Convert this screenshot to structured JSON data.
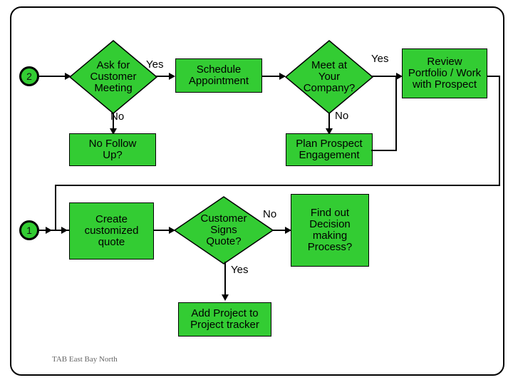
{
  "slide": {
    "footer": "TAB East Bay North",
    "colors": {
      "node_fill": "#33CC33",
      "stroke": "#000000",
      "footer_text": "#666666",
      "background": "#FFFFFF"
    }
  },
  "connectors": {
    "start_two": "2",
    "start_one": "1"
  },
  "nodes": {
    "ask_for_customer_meeting": "Ask for\nCustomer\nMeeting",
    "schedule_appointment": "Schedule\nAppointment",
    "meet_at_your_company": "Meet at\nYour\nCompany?",
    "review_portfolio": "Review\nPortfolio / Work\nwith Prospect",
    "no_follow_up": "No Follow\nUp?",
    "plan_prospect_engagement": "Plan Prospect\nEngagement",
    "create_customized_quote": "Create\ncustomized\nquote",
    "customer_signs_quote": "Customer\nSigns\nQuote?",
    "find_out_decision_making_process": "Find out\nDecision\nmaking\nProcess?",
    "add_project_to_project_tracker": "Add Project to\nProject tracker"
  },
  "edge_labels": {
    "ask_yes": "Yes",
    "ask_no": "No",
    "meet_yes": "Yes",
    "meet_no": "No",
    "signs_no": "No",
    "signs_yes": "Yes"
  }
}
